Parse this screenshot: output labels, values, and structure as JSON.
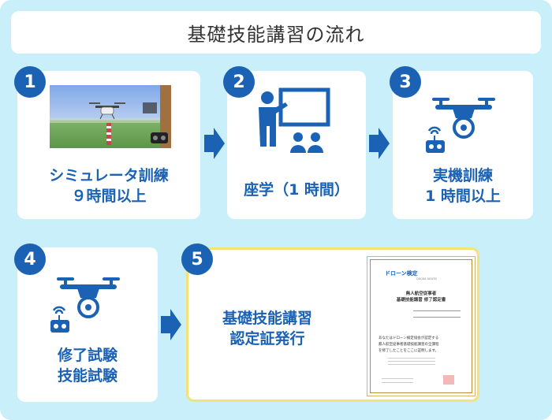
{
  "title": "基礎技能講習の流れ",
  "steps": [
    {
      "number": "1",
      "line1": "シミュレータ訓練",
      "line2": "９時間以上"
    },
    {
      "number": "2",
      "line1": "座学（1 時間）",
      "line2": ""
    },
    {
      "number": "3",
      "line1": "実機訓練",
      "line2": "1 時間以上"
    },
    {
      "number": "4",
      "line1": "修了試験",
      "line2": "技能試験"
    },
    {
      "number": "5",
      "line1": "基礎技能講習",
      "line2": "認定証発行"
    }
  ],
  "certificate": {
    "brand": "ドローン検定",
    "brand_sub": "DRONE KENTEI",
    "title_line1": "無人航空従事者",
    "title_line2": "基礎技能講習 修了認定書",
    "body_line1": "あなたはドローン検定協会が認定する",
    "body_line2": "無人航空従事者基礎技能講習の全課程",
    "body_line3": "を修了したことをここに証明します。"
  },
  "colors": {
    "background": "#c9effb",
    "accent": "#1b62b5",
    "highlight_border": "#f3e27a"
  },
  "icons": [
    "simulator-screenshot",
    "teacher-whiteboard-icon",
    "drone-controller-icon",
    "drone-controller-icon",
    "certificate-image",
    "arrow-right-icon"
  ]
}
